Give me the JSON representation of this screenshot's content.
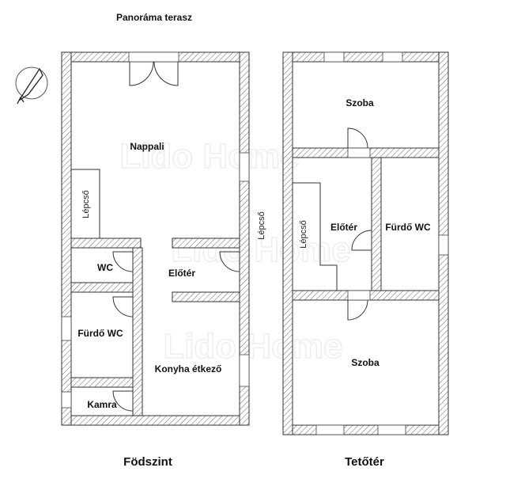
{
  "header": {
    "terrace_label": "Panoráma terasz"
  },
  "watermark": "Lido Home",
  "compass": {
    "icon": "compass-north-icon"
  },
  "ground_floor": {
    "title": "Födszint",
    "rooms": {
      "living": "Nappali",
      "stairs": "Lépcső",
      "wc": "WC",
      "hall": "Előtér",
      "bathroom": "Fürdő WC",
      "kitchen": "Konyha étkező",
      "pantry": "Kamra"
    },
    "outside_stairs": "Lépcső"
  },
  "attic": {
    "title": "Tetőtér",
    "rooms": {
      "room_top": "Szoba",
      "hall": "Előtér",
      "stairs": "Lépcső",
      "bathroom": "Fürdő WC",
      "room_bottom": "Szoba"
    }
  }
}
